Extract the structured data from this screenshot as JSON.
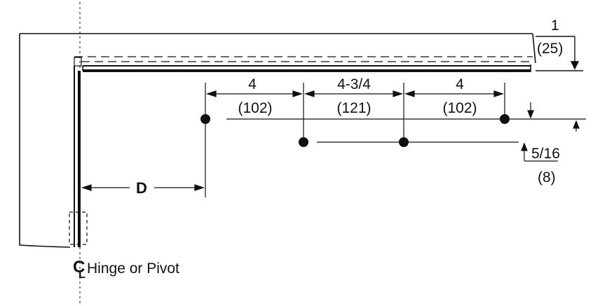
{
  "diagram": {
    "header_offset": {
      "inches": "1",
      "mm": "(25)"
    },
    "spacing_1": {
      "inches": "4",
      "mm": "(102)"
    },
    "spacing_2": {
      "inches": "4-3/4",
      "mm": "(121)"
    },
    "spacing_3": {
      "inches": "4",
      "mm": "(102)"
    },
    "vertical_offset": {
      "inches": "5/16",
      "mm": "(8)"
    },
    "distance_label": "D",
    "centerline_symbol": "C",
    "centerline_symbol_sub": "L",
    "hinge_label": "Hinge or Pivot",
    "line_color": "#111111"
  }
}
